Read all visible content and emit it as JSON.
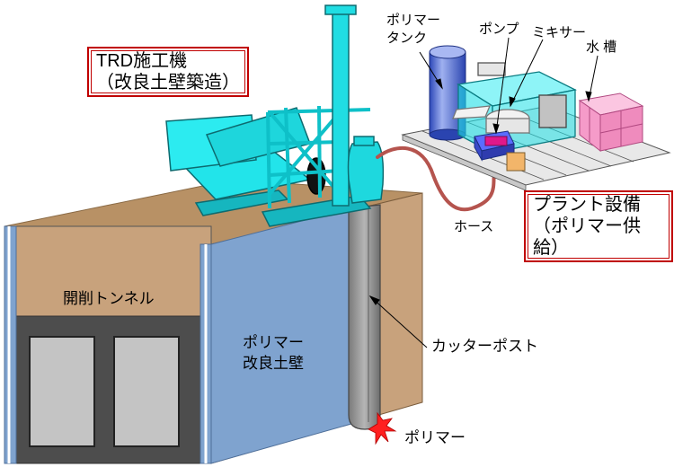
{
  "title_box": {
    "line1": "TRD施工機",
    "line2": "（改良土壁築造）"
  },
  "plant_box": {
    "line1": "プラント設備",
    "line2": "（ポリマー供給）"
  },
  "labels": {
    "polymer_tank_1": "ポリマー",
    "polymer_tank_2": "タンク",
    "pump": "ポンプ",
    "mixer": "ミキサー",
    "water_tank": "水 槽",
    "hose": "ホース",
    "tunnel": "開削トンネル",
    "wall_1": "ポリマー",
    "wall_2": "改良土壁",
    "cutter_post": "カッターポスト",
    "polymer": "ポリマー"
  },
  "colors": {
    "soil": "#c8a27c",
    "wall_blue": "#7fa3cf",
    "machine_cyan": "#1ee0e6",
    "tank_blue": "#3f5fd0",
    "water_pink": "#f59bc9",
    "frame_red": "#c00000",
    "post_gray": "#8c8c8c"
  }
}
